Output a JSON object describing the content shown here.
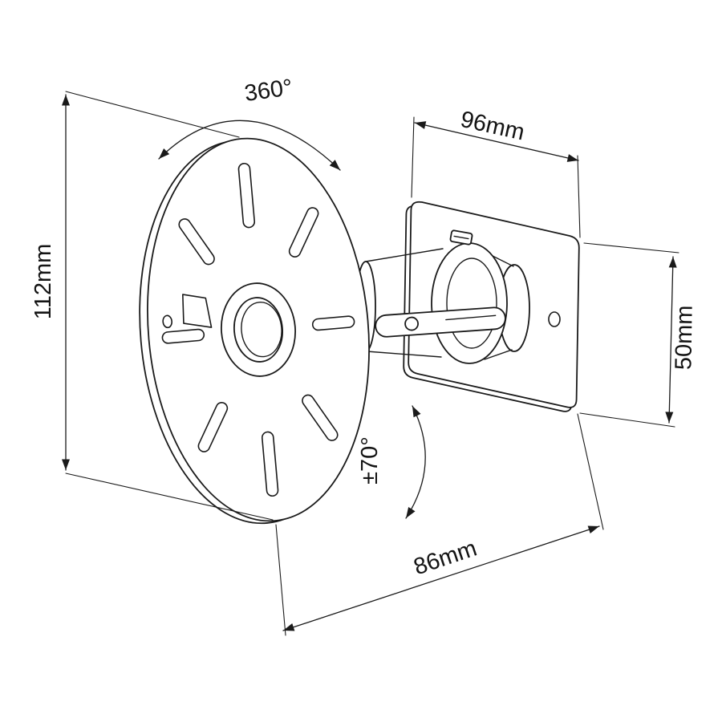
{
  "labels": {
    "swivel_rotation": "360°",
    "wall_plate_width": "96mm",
    "bracket_height": "112mm",
    "wall_plate_height": "50mm",
    "tilt_range": "±70°",
    "bracket_depth": "86mm"
  },
  "colors": {
    "line": "#1a1a1a",
    "background": "#ffffff"
  }
}
